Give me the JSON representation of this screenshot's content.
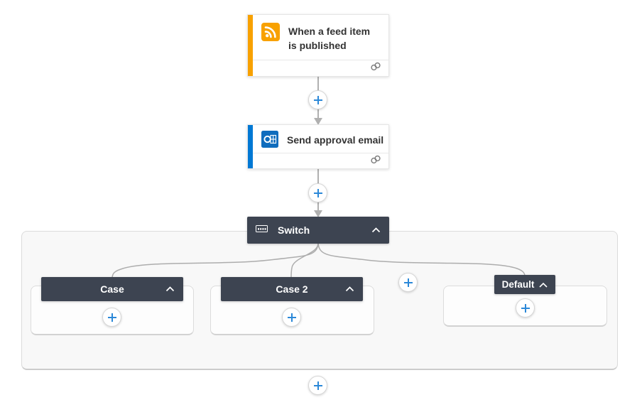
{
  "flow_designer": {
    "trigger_card": {
      "title": "When a feed item is published",
      "icon": "rss-icon",
      "accent_color": "#F8A100"
    },
    "action_card": {
      "title": "Send approval email",
      "icon": "outlook-icon",
      "accent_color": "#0078D4"
    },
    "switch_block": {
      "title": "Switch",
      "icon": "switch-control-icon",
      "header_color": "#3D4451",
      "collapse_icon": "chevron-up-icon",
      "cases": [
        {
          "label": "Case"
        },
        {
          "label": "Case 2"
        },
        {
          "label": "Default"
        }
      ]
    },
    "add_button": {
      "icon": "plus-icon",
      "plus_color": "#2B88D8"
    },
    "colors": {
      "connector": "#B0B0B0",
      "scope_background": "#F8F8F8",
      "card_background": "#FFFFFF",
      "header_dark": "#3D4451"
    }
  }
}
